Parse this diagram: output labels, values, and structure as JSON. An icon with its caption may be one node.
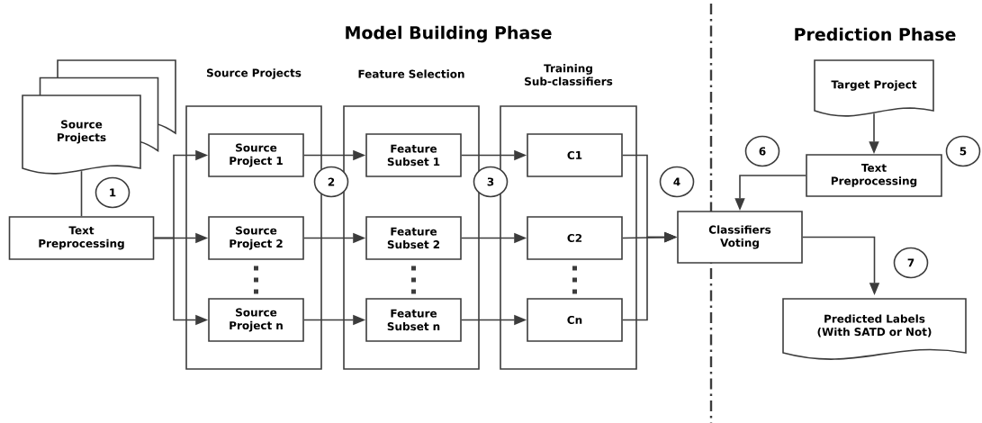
{
  "diagram": {
    "nodes": [
      {
        "text": [
          "Source Projects"
        ]
      },
      {
        "text": [
          "Text Preprocessing"
        ]
      },
      {
        "text": [
          "Source Projects"
        ]
      },
      {
        "text": [
          "Source Project 1"
        ],
        "in": 2
      },
      {
        "text": [
          "Source Project 2"
        ],
        "in": 2
      },
      {
        "text": [
          "Source Project n"
        ],
        "in": 2
      },
      {
        "text": [
          "Feature Selection"
        ]
      },
      {
        "text": [
          "Feature Subset 1"
        ],
        "in": 6
      },
      {
        "text": [
          "Feature Subset 2"
        ],
        "in": 6
      },
      {
        "text": [
          "Feature Subset n"
        ],
        "in": 6
      },
      {
        "text": [
          "Training Sub-classifiers"
        ]
      },
      {
        "text": [
          "C1"
        ],
        "in": 10
      },
      {
        "text": [
          "C2"
        ],
        "in": 10
      },
      {
        "text": [
          "Cn"
        ],
        "in": 10
      },
      {
        "text": [
          "Classifiers Voting"
        ]
      },
      {
        "text": [
          "Target Project"
        ]
      },
      {
        "text": [
          "Text Preprocessing"
        ]
      },
      {
        "text": [
          "Predicted Labels (With SATD or Not)"
        ]
      },
      {
        "text": [
          "1"
        ]
      },
      {
        "text": [
          "2"
        ]
      },
      {
        "text": [
          "3"
        ]
      },
      {
        "text": [
          "4"
        ]
      },
      {
        "text": [
          "6"
        ]
      },
      {
        "text": [
          "5"
        ]
      },
      {
        "text": [
          "7"
        ]
      }
    ],
    "edges": [
      {
        "from": 0,
        "to": 1,
        "arrow": "none"
      },
      {
        "from": 1,
        "to": 3,
        "arrow": "to"
      },
      {
        "from": 1,
        "to": 4,
        "arrow": "to"
      },
      {
        "from": 1,
        "to": 5,
        "arrow": "to"
      },
      {
        "from": 3,
        "to": 7,
        "arrow": "to"
      },
      {
        "from": 4,
        "to": 8,
        "arrow": "to"
      },
      {
        "from": 5,
        "to": 9,
        "arrow": "to"
      },
      {
        "from": 7,
        "to": 11,
        "arrow": "to"
      },
      {
        "from": 8,
        "to": 12,
        "arrow": "to"
      },
      {
        "from": 9,
        "to": 13,
        "arrow": "to"
      },
      {
        "from": 11,
        "to": 14,
        "arrow": "to"
      },
      {
        "from": 12,
        "to": 14,
        "arrow": "to"
      },
      {
        "from": 13,
        "to": 14,
        "arrow": "to"
      },
      {
        "from": 15,
        "to": 16,
        "arrow": "to"
      },
      {
        "from": 16,
        "to": 14,
        "arrow": "to"
      },
      {
        "from": 14,
        "to": 17,
        "arrow": "to"
      }
    ],
    "labels": [
      "Model Building Phase",
      "Prediction Phase"
    ]
  }
}
